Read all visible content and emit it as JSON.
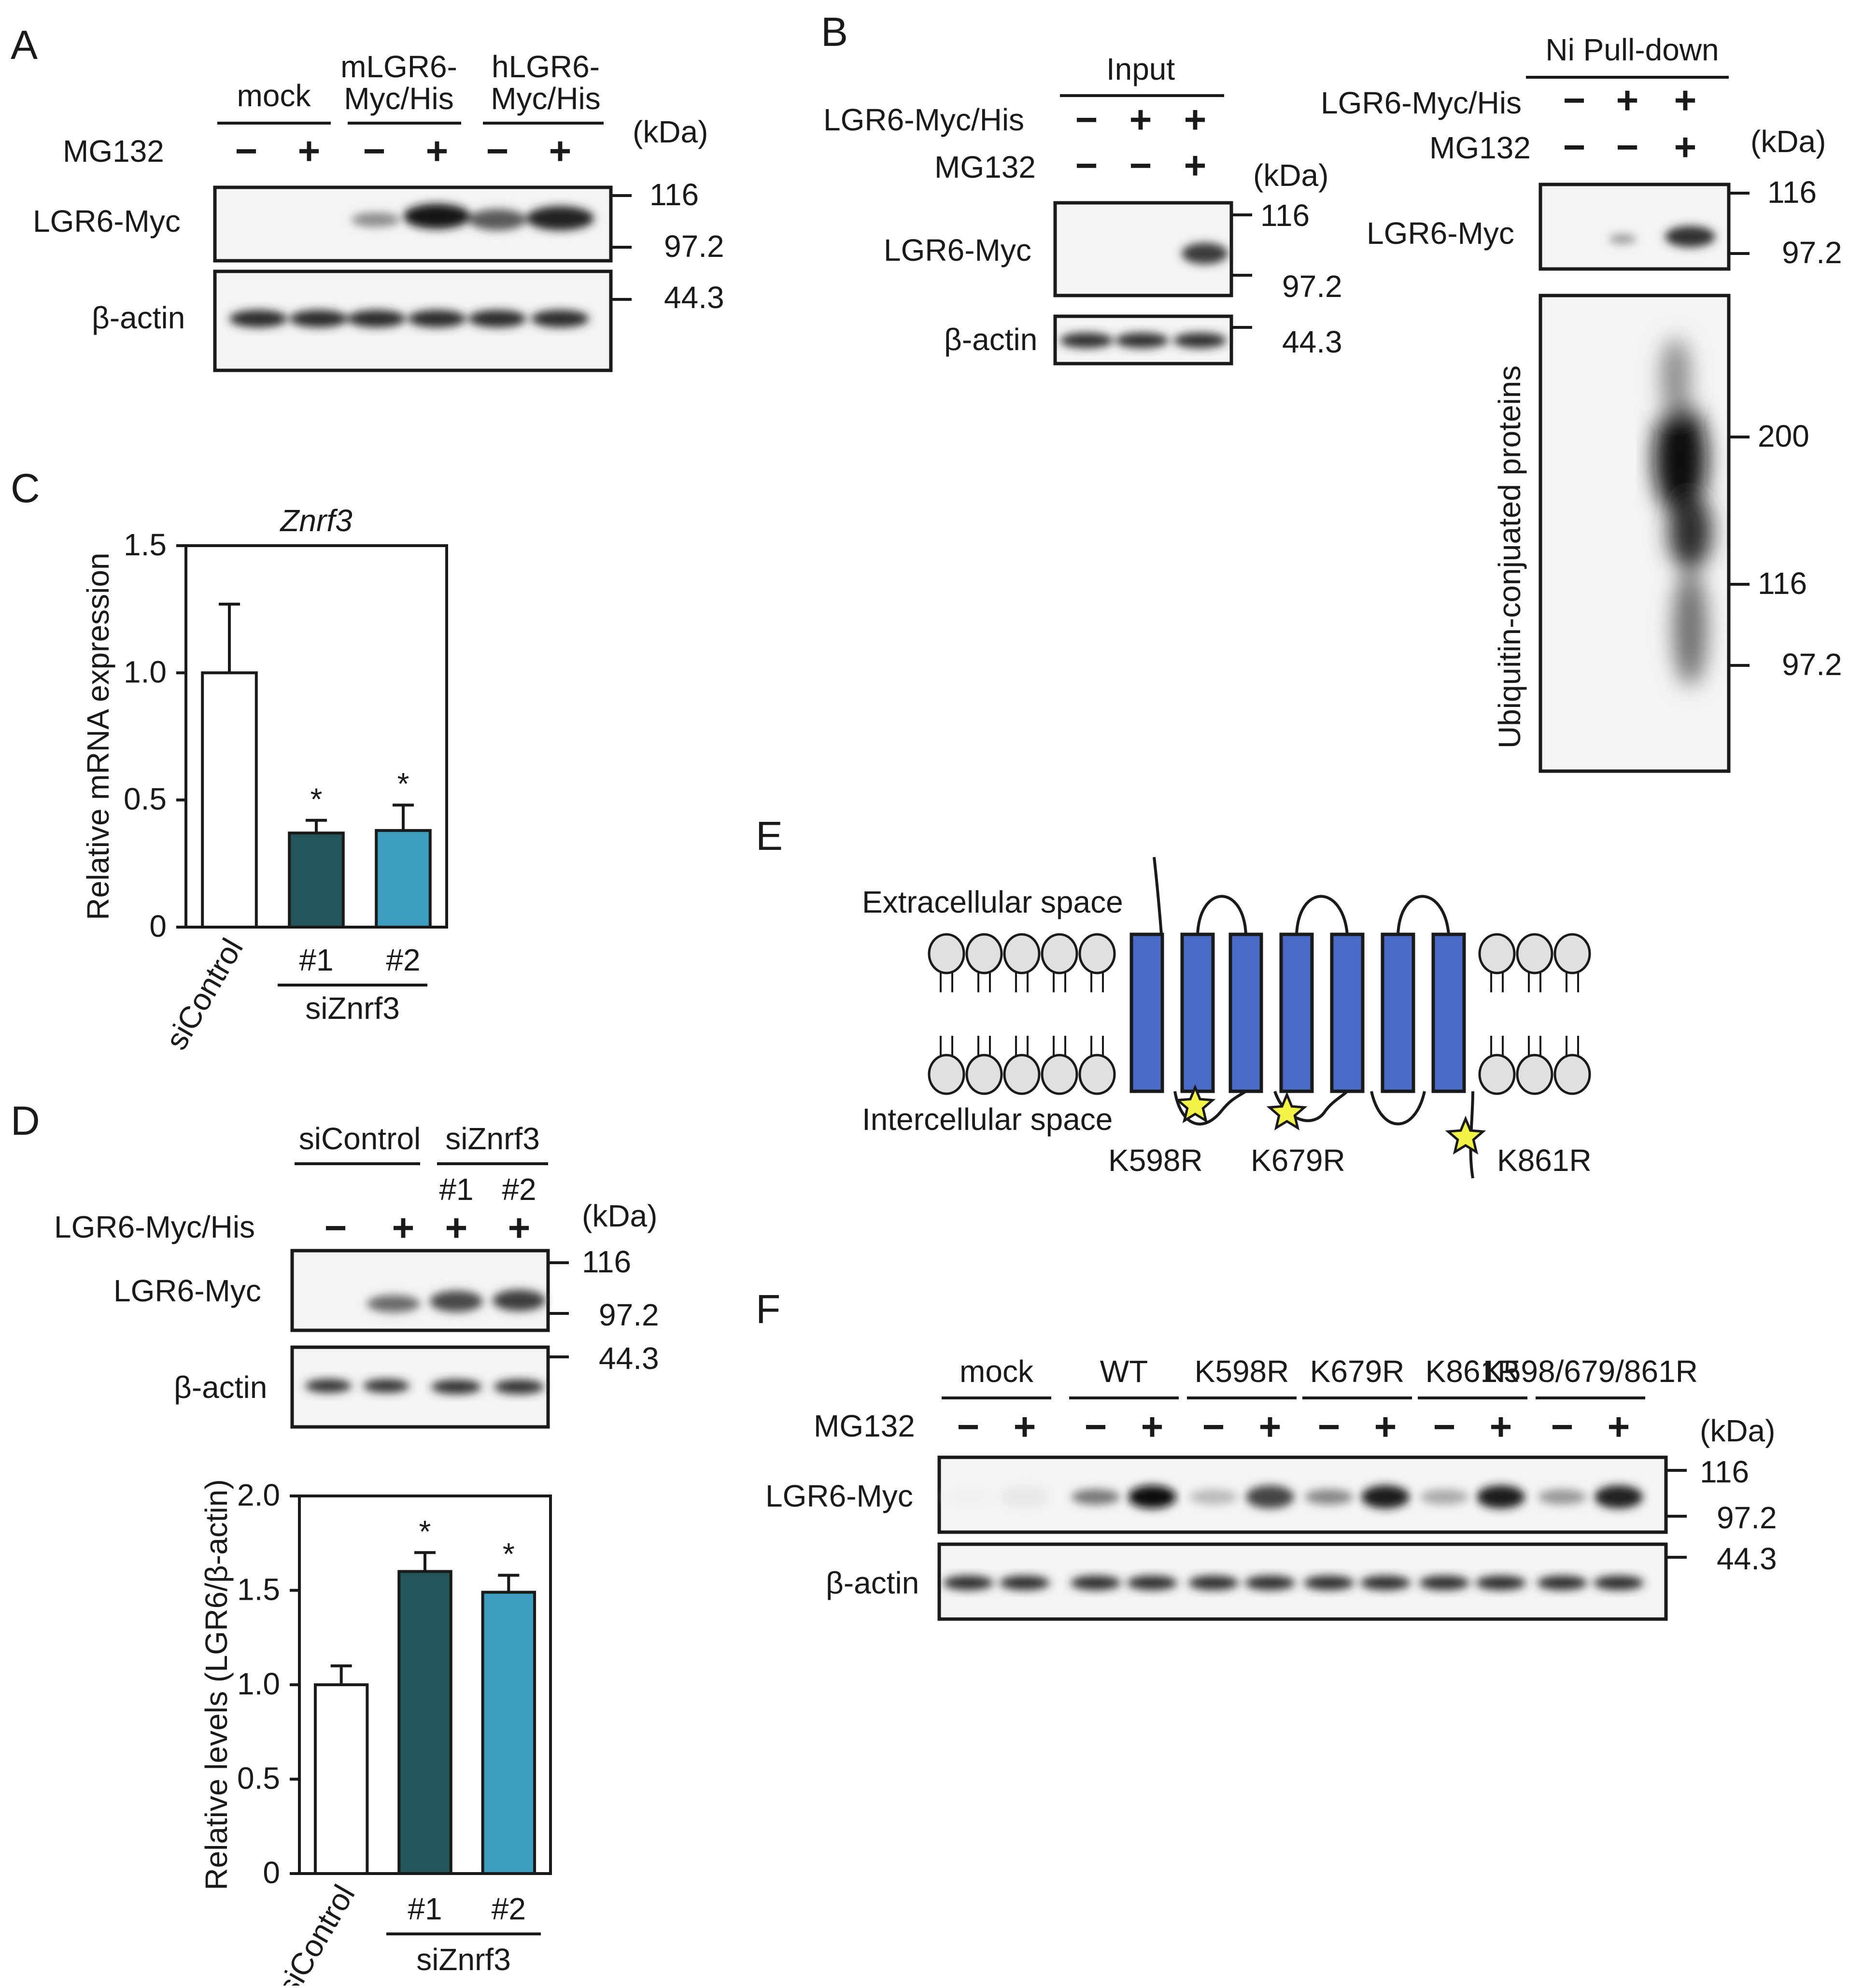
{
  "panels": {
    "A": {
      "letter": "A",
      "groups": [
        "mock",
        "mLGR6-\nMyc/His",
        "hLGR6-\nMyc/His"
      ],
      "treatment": "MG132",
      "signs": [
        "−",
        "+",
        "−",
        "+",
        "−",
        "+"
      ],
      "rows": [
        "LGR6-Myc",
        "β-actin"
      ],
      "unit": "(kDa)",
      "markers": [
        "116",
        "97.2",
        "44.3"
      ]
    },
    "B": {
      "letter": "B",
      "input_title": "Input",
      "pulldown_title": "Ni Pull-down",
      "row1": "LGR6-Myc/His",
      "row2": "MG132",
      "input_signs_row1": [
        "−",
        "+",
        "+"
      ],
      "input_signs_row2": [
        "−",
        "−",
        "+"
      ],
      "pd_signs_row1": [
        "−",
        "+",
        "+"
      ],
      "pd_signs_row2": [
        "−",
        "−",
        "+"
      ],
      "unit": "(kDa)",
      "input_rows": [
        "LGR6-Myc",
        "β-actin"
      ],
      "input_markers": [
        "116",
        "97.2",
        "44.3"
      ],
      "pd_row": "LGR6-Myc",
      "pd_markers": [
        "116",
        "97.2"
      ],
      "ub_label": "Ubiquitin-conjuated proteins",
      "ub_markers": [
        "200",
        "116",
        "97.2"
      ]
    },
    "C": {
      "letter": "C",
      "title": "Znrf3",
      "ylabel": "Relative mRNA expression",
      "bar_labels": [
        "siControl",
        "#1",
        "#2"
      ],
      "group_label": "siZnrf3",
      "star": "*"
    },
    "D": {
      "letter": "D",
      "groups": [
        "siControl",
        "siZnrf3"
      ],
      "subs": [
        "#1",
        "#2"
      ],
      "row": "LGR6-Myc/His",
      "signs": [
        "−",
        "+",
        "+",
        "+"
      ],
      "unit": "(kDa)",
      "rows": [
        "LGR6-Myc",
        "β-actin"
      ],
      "markers": [
        "116",
        "97.2",
        "44.3"
      ],
      "ylabel": "Relative levels (LGR6/β-actin)",
      "bar_labels": [
        "siControl",
        "#1",
        "#2"
      ],
      "group_label": "siZnrf3",
      "star": "*"
    },
    "E": {
      "letter": "E",
      "extracellular": "Extracellular space",
      "intercellular": "Intercellular space",
      "sites": [
        "K598R",
        "K679R",
        "K861R"
      ]
    },
    "F": {
      "letter": "F",
      "groups": [
        "mock",
        "WT",
        "K598R",
        "K679R",
        "K861R",
        "K598/679/861R"
      ],
      "treatment": "MG132",
      "unit": "(kDa)",
      "rows": [
        "LGR6-Myc",
        "β-actin"
      ],
      "markers": [
        "116",
        "97.2",
        "44.3"
      ],
      "minus": "−",
      "plus": "+"
    }
  },
  "chart_data": [
    {
      "type": "bar",
      "panel": "C",
      "title": "Znrf3",
      "categories": [
        "siControl",
        "#1",
        "#2"
      ],
      "values": [
        1.0,
        0.37,
        0.38
      ],
      "errors": [
        0.27,
        0.05,
        0.1
      ],
      "significant": [
        false,
        true,
        true
      ],
      "colors": [
        "#ffffff",
        "#23555a",
        "#3d9dbf"
      ],
      "ylabel": "Relative mRNA expression",
      "ylim": [
        0,
        1.5
      ],
      "yticks": [
        0,
        0.5,
        1.0,
        1.5
      ],
      "ytick_labels": [
        "0",
        "0.5",
        "1.0",
        "1.5"
      ]
    },
    {
      "type": "bar",
      "panel": "D",
      "categories": [
        "siControl",
        "#1",
        "#2"
      ],
      "values": [
        1.0,
        1.6,
        1.49
      ],
      "errors": [
        0.1,
        0.1,
        0.09
      ],
      "significant": [
        false,
        true,
        true
      ],
      "colors": [
        "#ffffff",
        "#23555a",
        "#3d9dbf"
      ],
      "ylabel": "Relative levels (LGR6/β-actin)",
      "ylim": [
        0,
        2.0
      ],
      "yticks": [
        0,
        0.5,
        1.0,
        1.5,
        2.0
      ],
      "ytick_labels": [
        "0",
        "0.5",
        "1.0",
        "1.5",
        "2.0"
      ]
    }
  ]
}
